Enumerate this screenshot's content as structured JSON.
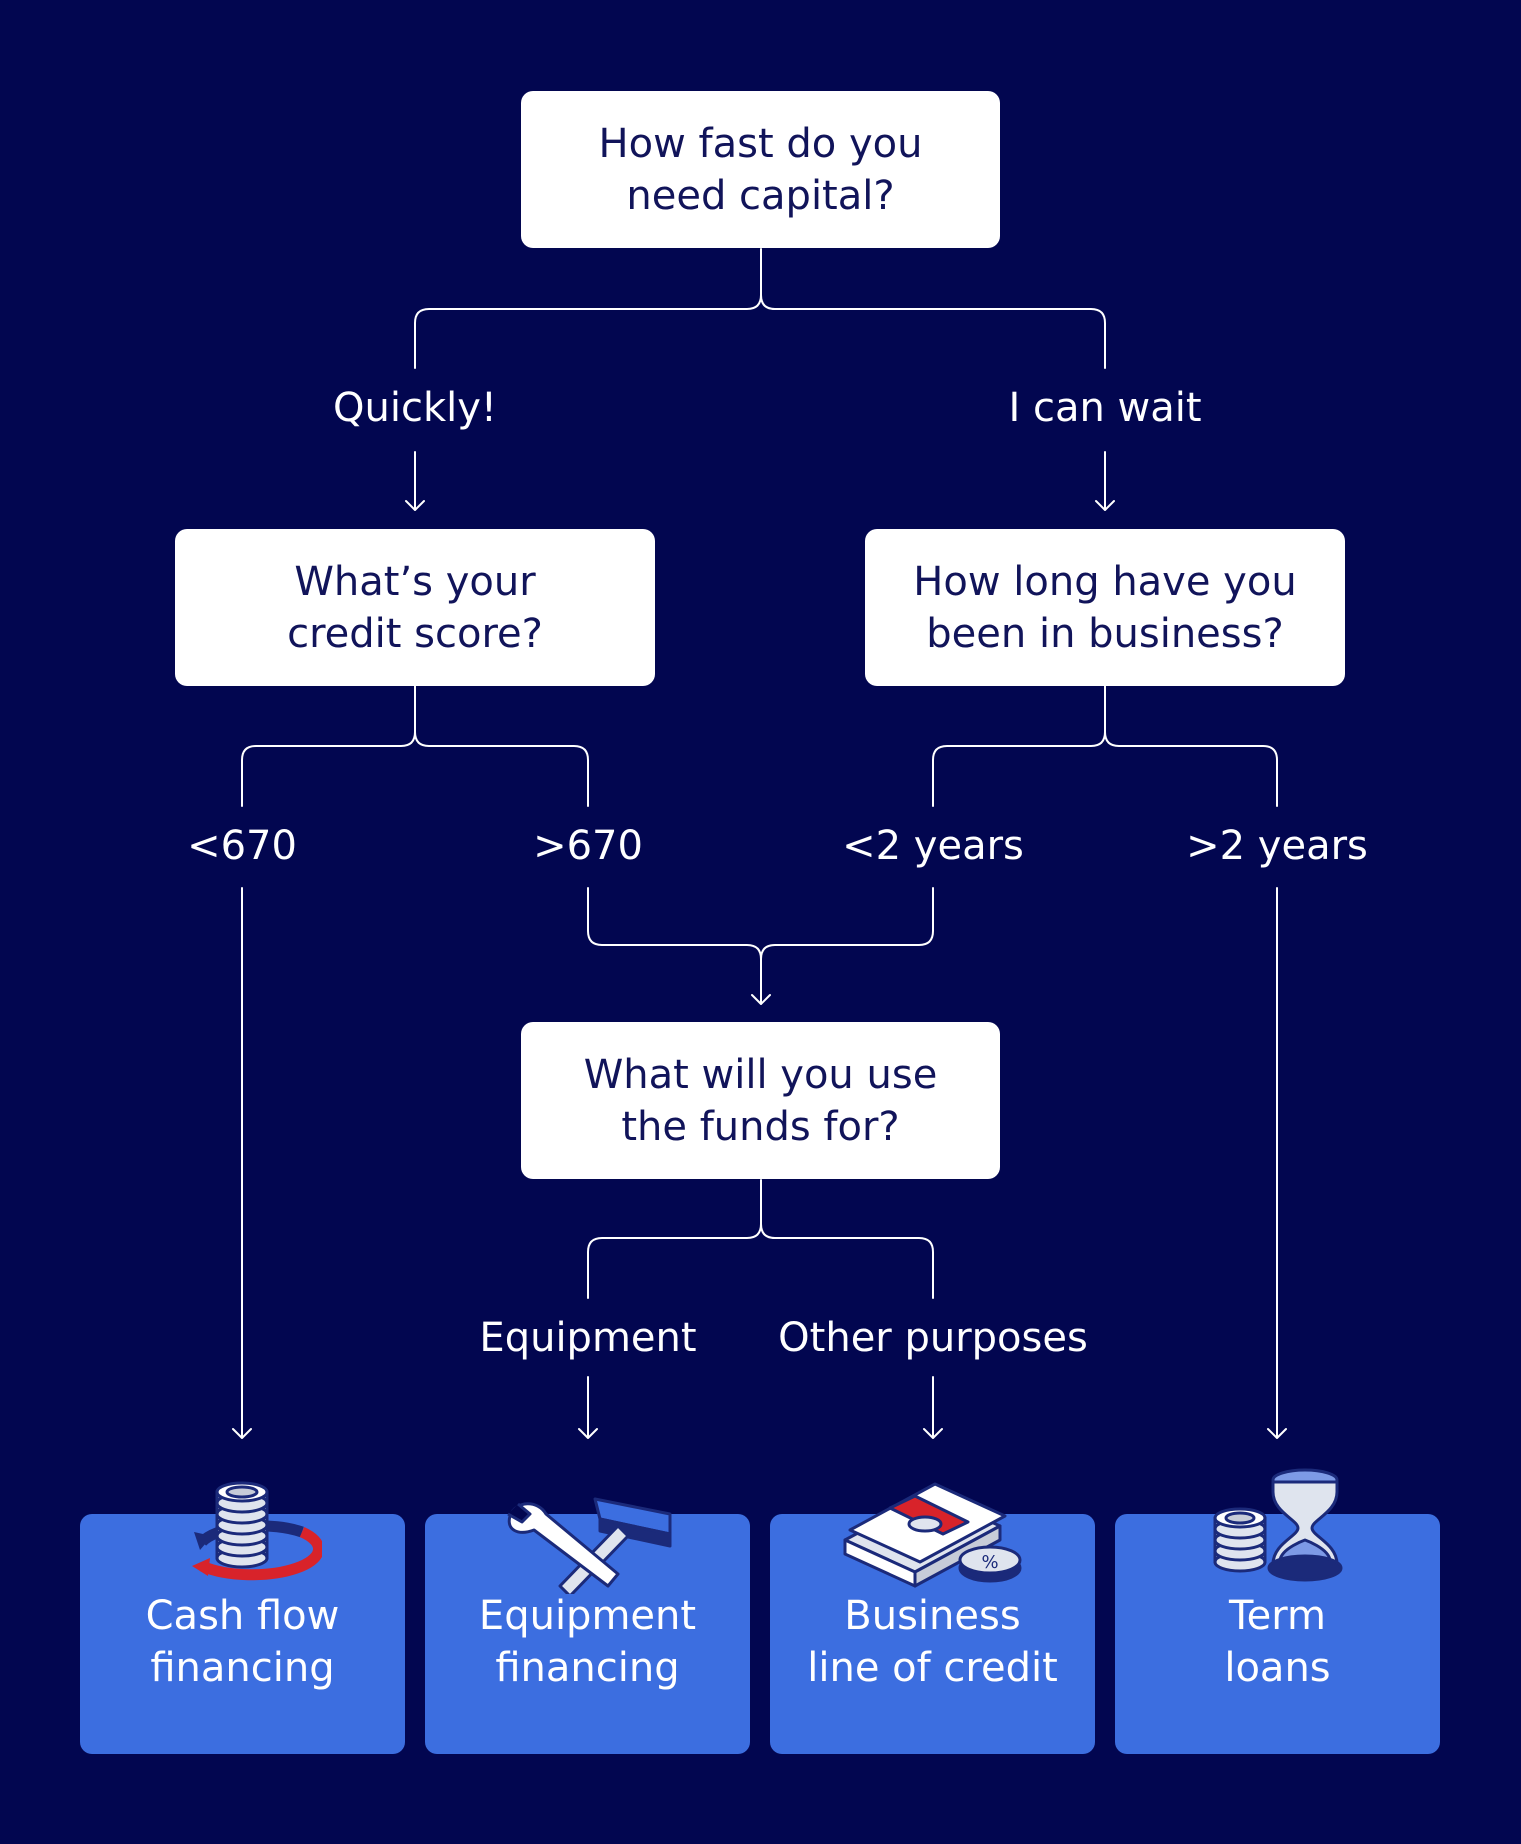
{
  "colors": {
    "background": "#020650",
    "question_box": "#ffffff",
    "result_box": "#3c6ee0",
    "connector": "#ffffff"
  },
  "questions": {
    "speed": {
      "line1": "How fast do you",
      "line2": "need capital?"
    },
    "credit": {
      "line1": "What’s your",
      "line2": "credit score?"
    },
    "tenure": {
      "line1": "How long have you",
      "line2": "been in business?"
    },
    "use": {
      "line1": "What will you use",
      "line2": "the funds for?"
    }
  },
  "branches": {
    "quickly": "Quickly!",
    "wait": "I can wait",
    "below670": "<670",
    "above670": ">670",
    "under2": "<2 years",
    "over2": ">2 years",
    "equipment": "Equipment",
    "other": "Other purposes"
  },
  "results": [
    {
      "line1": "Cash flow",
      "line2": "financing",
      "icon": "coin-stack-cycle-icon"
    },
    {
      "line1": "Equipment",
      "line2": "financing",
      "icon": "wrench-hammer-icon"
    },
    {
      "line1": "Business",
      "line2": "line of credit",
      "icon": "cash-bundle-percent-icon"
    },
    {
      "line1": "Term",
      "line2": "loans",
      "icon": "coins-hourglass-icon"
    }
  ]
}
